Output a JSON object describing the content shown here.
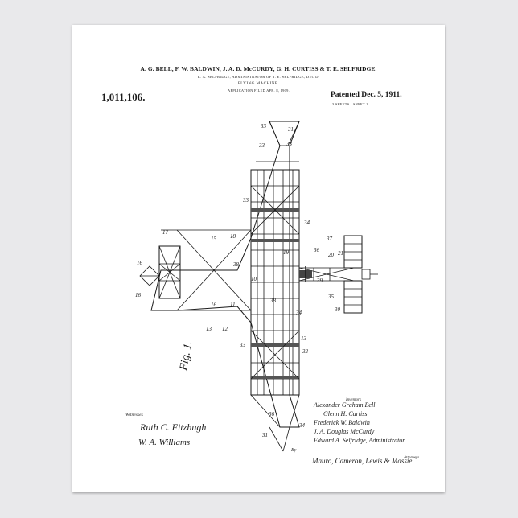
{
  "header": {
    "inventors": "A. G. BELL, F. W. BALDWIN, J. A. D. McCURDY, G. H. CURTISS & T. E. SELFRIDGE.",
    "administrator": "E. A. SELFRIDGE, ADMINISTRATOR OF T. E. SELFRIDGE, DEC'D.",
    "title": "FLYING MACHINE.",
    "application": "APPLICATION FILED APR. 8, 1909.",
    "patent_number": "1,011,106.",
    "patent_date": "Patented Dec. 5, 1911.",
    "sheets": "3 SHEETS—SHEET 1."
  },
  "figure": {
    "label": "Fig. 1.",
    "numerals": [
      "33",
      "31",
      "33",
      "33",
      "34",
      "33",
      "16",
      "17",
      "16",
      "15",
      "16",
      "13",
      "12",
      "18",
      "11",
      "10",
      "19",
      "38",
      "38",
      "36",
      "37",
      "20",
      "21",
      "39",
      "35",
      "30",
      "34",
      "13",
      "33",
      "32",
      "36",
      "31",
      "34"
    ]
  },
  "witnesses": {
    "label": "Witnesses",
    "names": [
      "Ruth C. Fitzhugh",
      "W. A. Williams"
    ]
  },
  "inventors_block": {
    "label": "Inventors",
    "names": [
      "Alexander Graham Bell",
      "Glenn H. Curtiss",
      "Frederick W. Baldwin",
      "J. A. Douglas McCurdy",
      "Edward A. Selfridge, Administrator"
    ]
  },
  "attorneys": {
    "by": "By",
    "names": "Mauro, Cameron, Lewis & Massie",
    "label": "Attorneys."
  }
}
